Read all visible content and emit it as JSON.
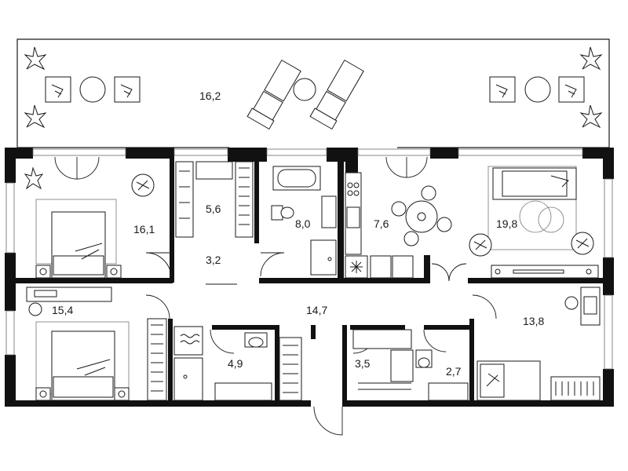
{
  "rooms": {
    "terrace": "16,2",
    "bedroom_1": "16,1",
    "wardrobe_1": "5,6",
    "hall_small": "3,2",
    "bathroom_1": "8,0",
    "kitchen": "7,6",
    "living_room": "19,8",
    "bedroom_2": "15,4",
    "corridor": "14,7",
    "bathroom_2": "4,9",
    "wardrobe_2": "3,5",
    "bathroom_3": "2,7",
    "bedroom_3": "13,8"
  },
  "colors": {
    "walls": "#111111",
    "lines": "#1a1a1a",
    "background": "#ffffff"
  }
}
